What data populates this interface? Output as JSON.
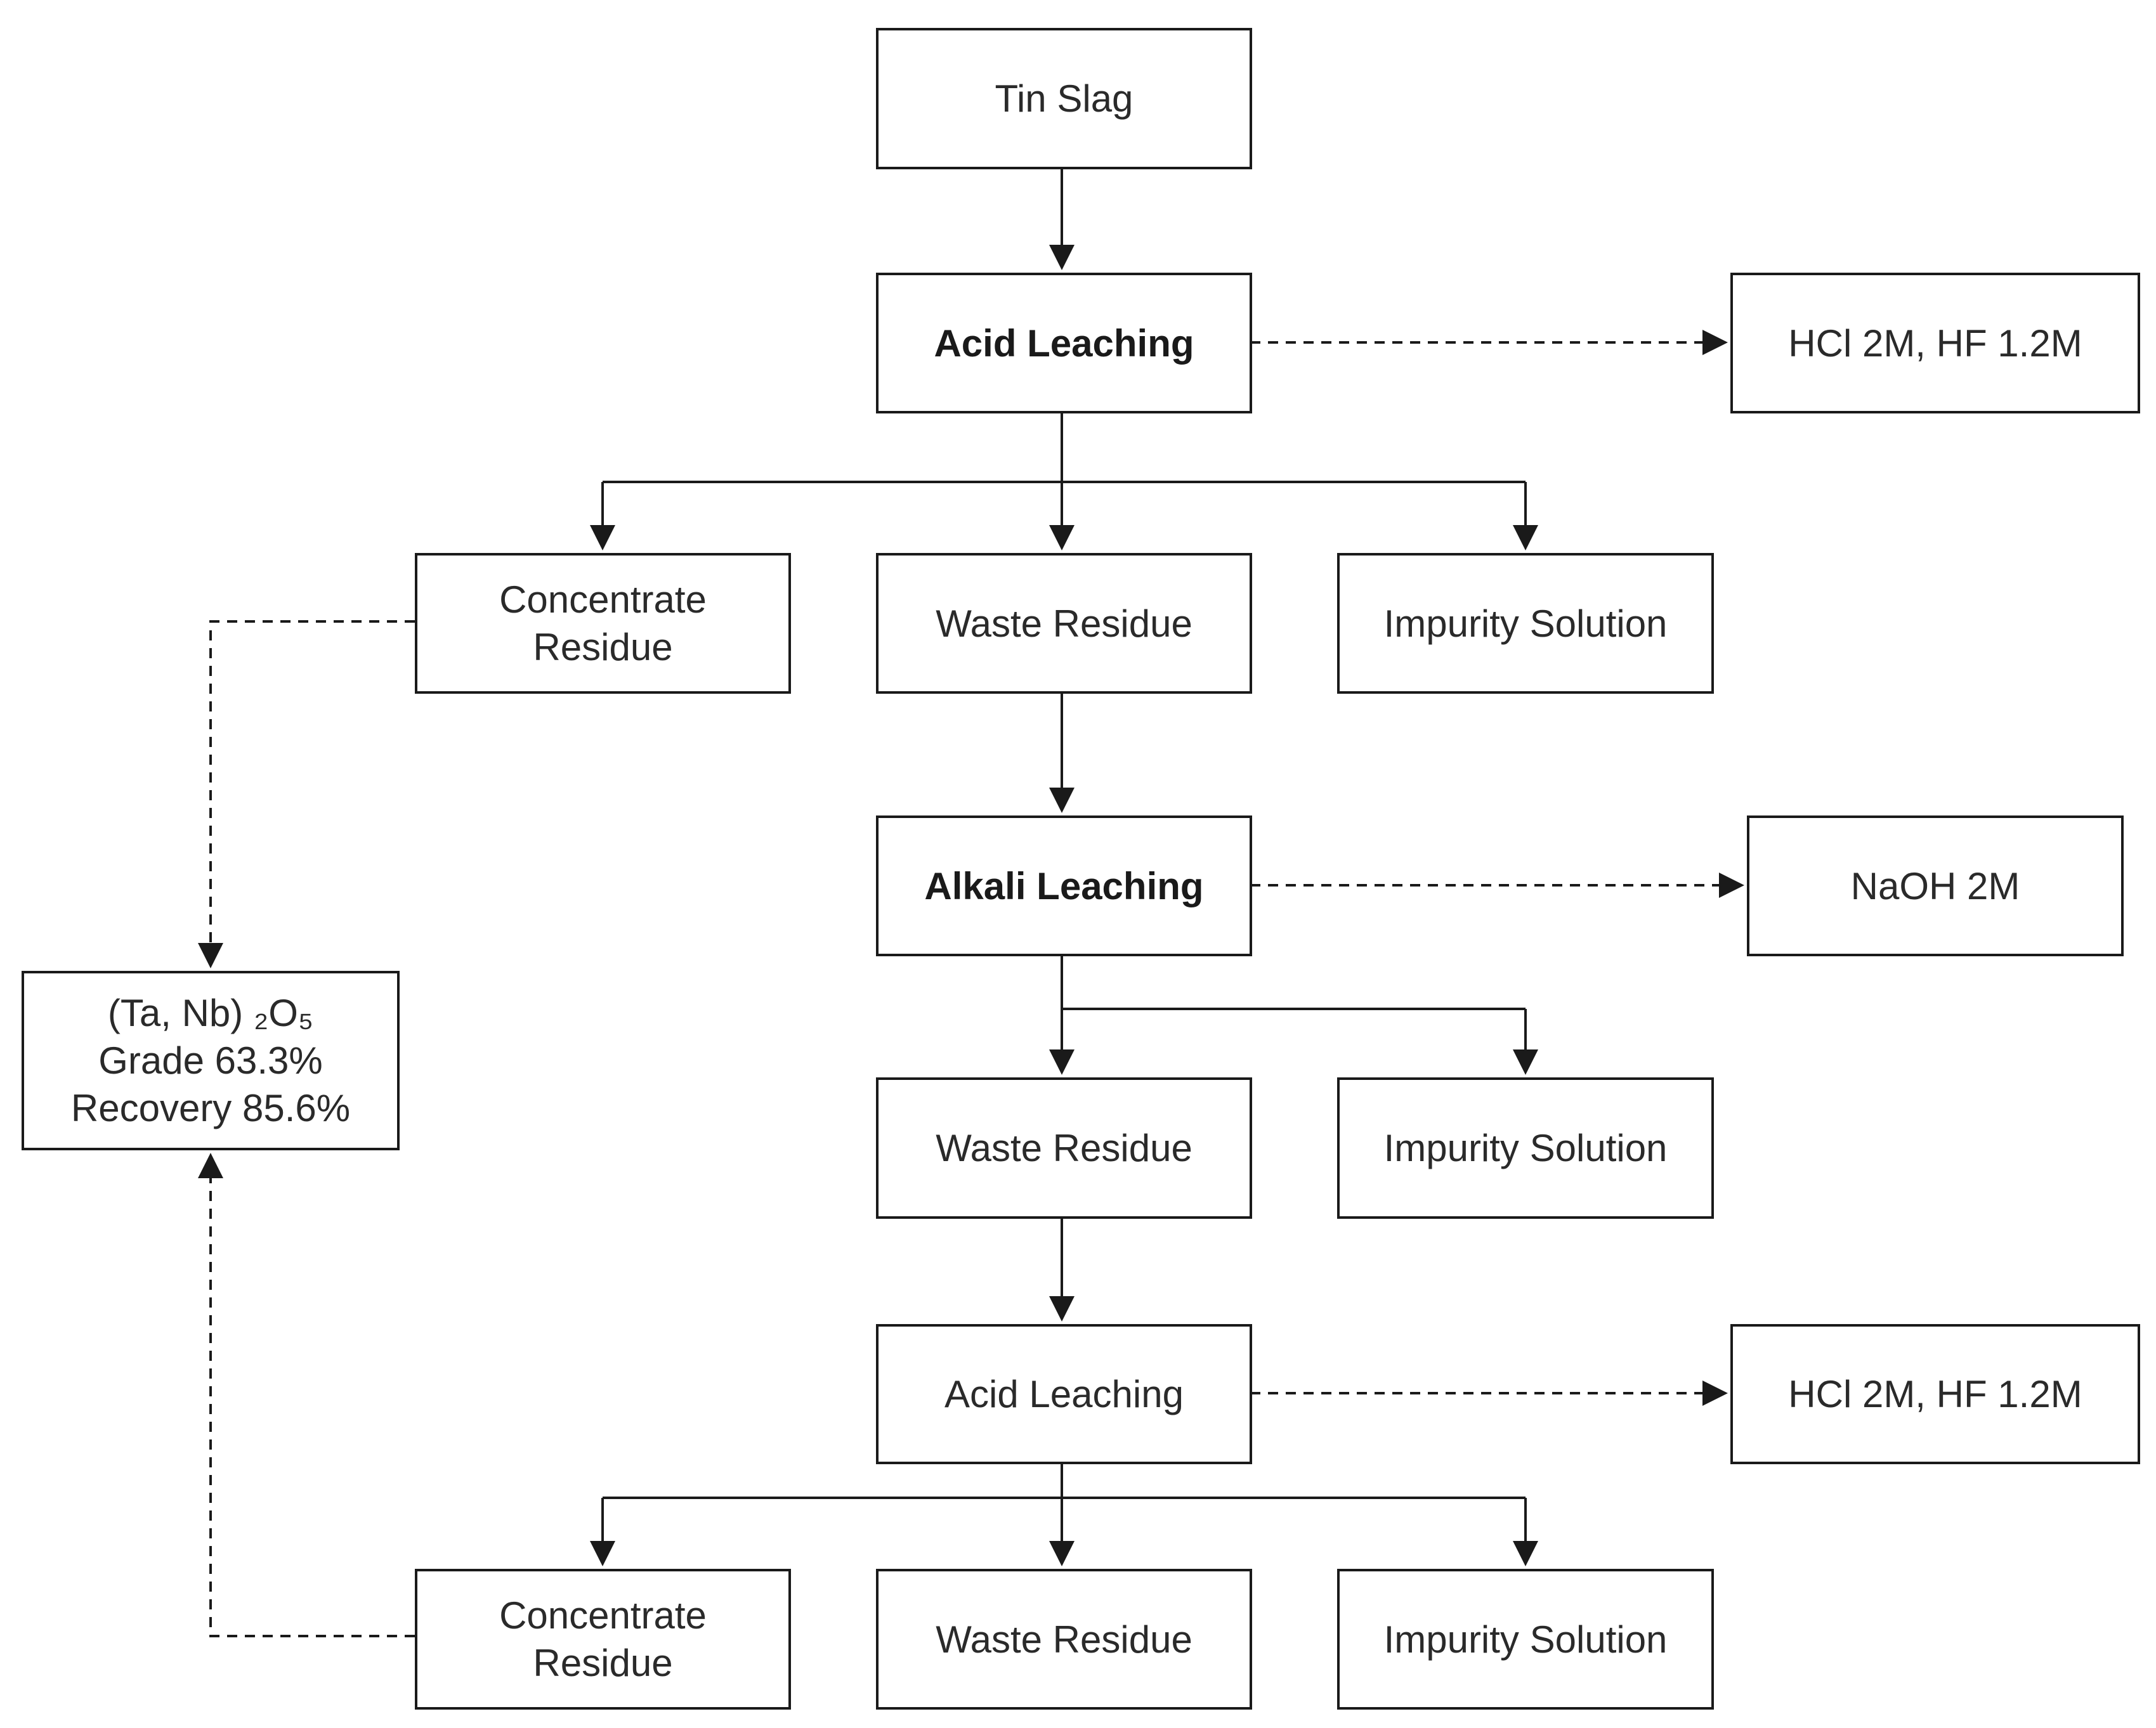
{
  "diagram": {
    "colors": {
      "line": "#1a1a1a",
      "box_border": "#1a1a1a",
      "text": "#2a2a2a"
    },
    "nodes": {
      "tin_slag": {
        "label": "Tin Slag"
      },
      "acid_leaching_1": {
        "label": "Acid Leaching"
      },
      "reagent_acid_1": {
        "label": "HCl 2M, HF 1.2M"
      },
      "concentrate_residue_1": {
        "line1": "Concentrate",
        "line2": "Residue"
      },
      "waste_residue_1": {
        "label": "Waste Residue"
      },
      "impurity_solution_1": {
        "label": "Impurity Solution"
      },
      "alkali_leaching": {
        "label": "Alkali Leaching"
      },
      "reagent_alkali": {
        "label": "NaOH 2M"
      },
      "waste_residue_2": {
        "label": "Waste Residue"
      },
      "impurity_solution_2": {
        "label": "Impurity Solution"
      },
      "acid_leaching_2": {
        "label": "Acid Leaching"
      },
      "reagent_acid_2": {
        "label": "HCl 2M, HF 1.2M"
      },
      "concentrate_residue_2": {
        "line1": "Concentrate",
        "line2": "Residue"
      },
      "waste_residue_3": {
        "label": "Waste Residue"
      },
      "impurity_solution_3": {
        "label": "Impurity Solution"
      },
      "product": {
        "line1": "(Ta, Nb) ₂O₅",
        "line2": "Grade 63.3%",
        "line3": "Recovery 85.6%"
      }
    },
    "edges": [
      {
        "from": "tin_slag",
        "to": "acid_leaching_1",
        "style": "solid"
      },
      {
        "from": "acid_leaching_1",
        "to": "reagent_acid_1",
        "style": "dashed"
      },
      {
        "from": "acid_leaching_1",
        "to": "concentrate_residue_1",
        "style": "solid"
      },
      {
        "from": "acid_leaching_1",
        "to": "waste_residue_1",
        "style": "solid"
      },
      {
        "from": "acid_leaching_1",
        "to": "impurity_solution_1",
        "style": "solid"
      },
      {
        "from": "concentrate_residue_1",
        "to": "product",
        "style": "dashed"
      },
      {
        "from": "waste_residue_1",
        "to": "alkali_leaching",
        "style": "solid"
      },
      {
        "from": "alkali_leaching",
        "to": "reagent_alkali",
        "style": "dashed"
      },
      {
        "from": "alkali_leaching",
        "to": "waste_residue_2",
        "style": "solid"
      },
      {
        "from": "alkali_leaching",
        "to": "impurity_solution_2",
        "style": "solid"
      },
      {
        "from": "waste_residue_2",
        "to": "acid_leaching_2",
        "style": "solid"
      },
      {
        "from": "acid_leaching_2",
        "to": "reagent_acid_2",
        "style": "dashed"
      },
      {
        "from": "acid_leaching_2",
        "to": "concentrate_residue_2",
        "style": "solid"
      },
      {
        "from": "acid_leaching_2",
        "to": "waste_residue_3",
        "style": "solid"
      },
      {
        "from": "acid_leaching_2",
        "to": "impurity_solution_3",
        "style": "solid"
      },
      {
        "from": "concentrate_residue_2",
        "to": "product",
        "style": "dashed"
      }
    ]
  }
}
